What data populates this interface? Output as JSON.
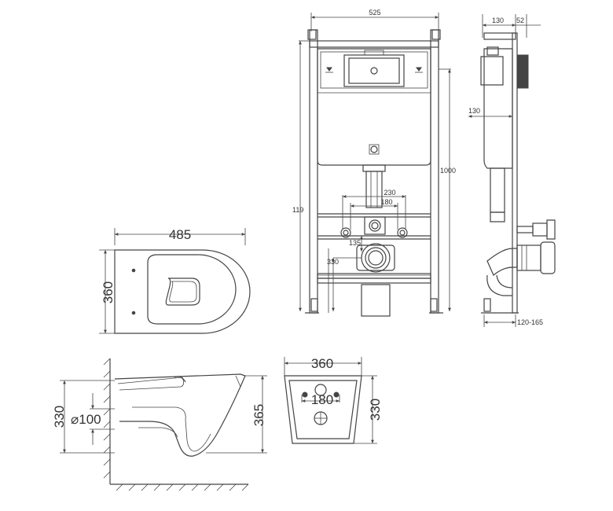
{
  "frame_front": {
    "width": "525",
    "height_total": "1000",
    "height_side": "119",
    "spacing_230": "230",
    "spacing_180": "180",
    "spacing_135": "135",
    "height_330": "330"
  },
  "frame_side": {
    "depth_130_top": "130",
    "depth_52": "52",
    "depth_130_mid": "130",
    "range_120_165": "120-165"
  },
  "bowl_top": {
    "length_485": "485",
    "width_360": "360"
  },
  "bowl_side": {
    "height_330": "330",
    "outlet_100": "⌀100",
    "height_365": "365"
  },
  "bowl_rear": {
    "width_360": "360",
    "spacing_180": "180",
    "height_330": "330"
  }
}
